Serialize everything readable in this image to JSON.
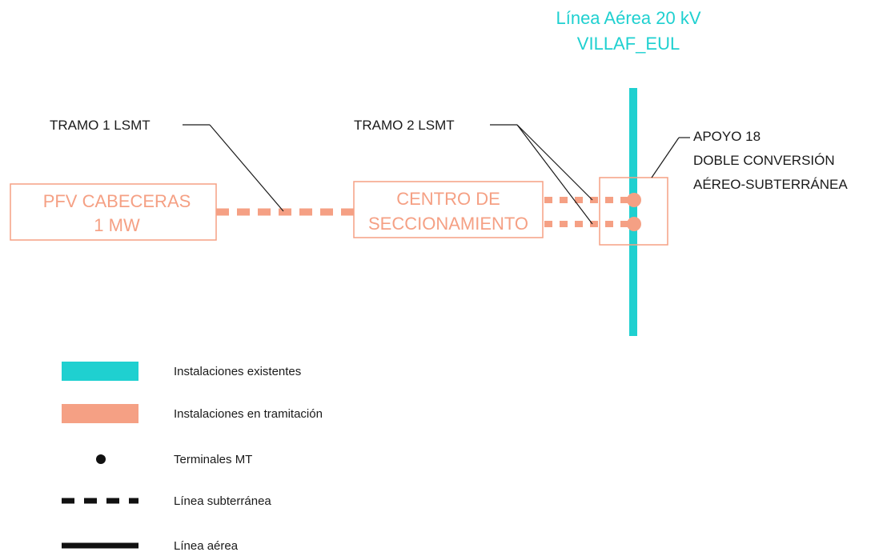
{
  "colors": {
    "existing": "#1fd0d0",
    "in_process": "#f5a084",
    "annotation": "#1a1a1a"
  },
  "overhead_line": {
    "title_line1": "Línea Aérea 20 kV",
    "title_line2": "VILLAF_EUL"
  },
  "nodes": {
    "pfv": {
      "line1": "PFV CABECERAS",
      "line2": "1 MW"
    },
    "centro": {
      "line1": "CENTRO DE",
      "line2": "SECCIONAMIENTO"
    },
    "apoyo": {
      "line1": "APOYO 18",
      "line2": "DOBLE CONVERSIÓN",
      "line3": "AÉREO-SUBTERRÁNEA"
    }
  },
  "callouts": {
    "tramo1": "TRAMO 1 LSMT",
    "tramo2": "TRAMO 2 LSMT"
  },
  "legend": {
    "items": [
      {
        "label": "Instalaciones existentes",
        "symbol": "cyan-bar"
      },
      {
        "label": "Instalaciones en tramitación",
        "symbol": "salmon-bar"
      },
      {
        "label": "Terminales MT",
        "symbol": "dot"
      },
      {
        "label": "Línea subterránea",
        "symbol": "dashed-line"
      },
      {
        "label": "Línea aérea",
        "symbol": "solid-line"
      }
    ]
  }
}
